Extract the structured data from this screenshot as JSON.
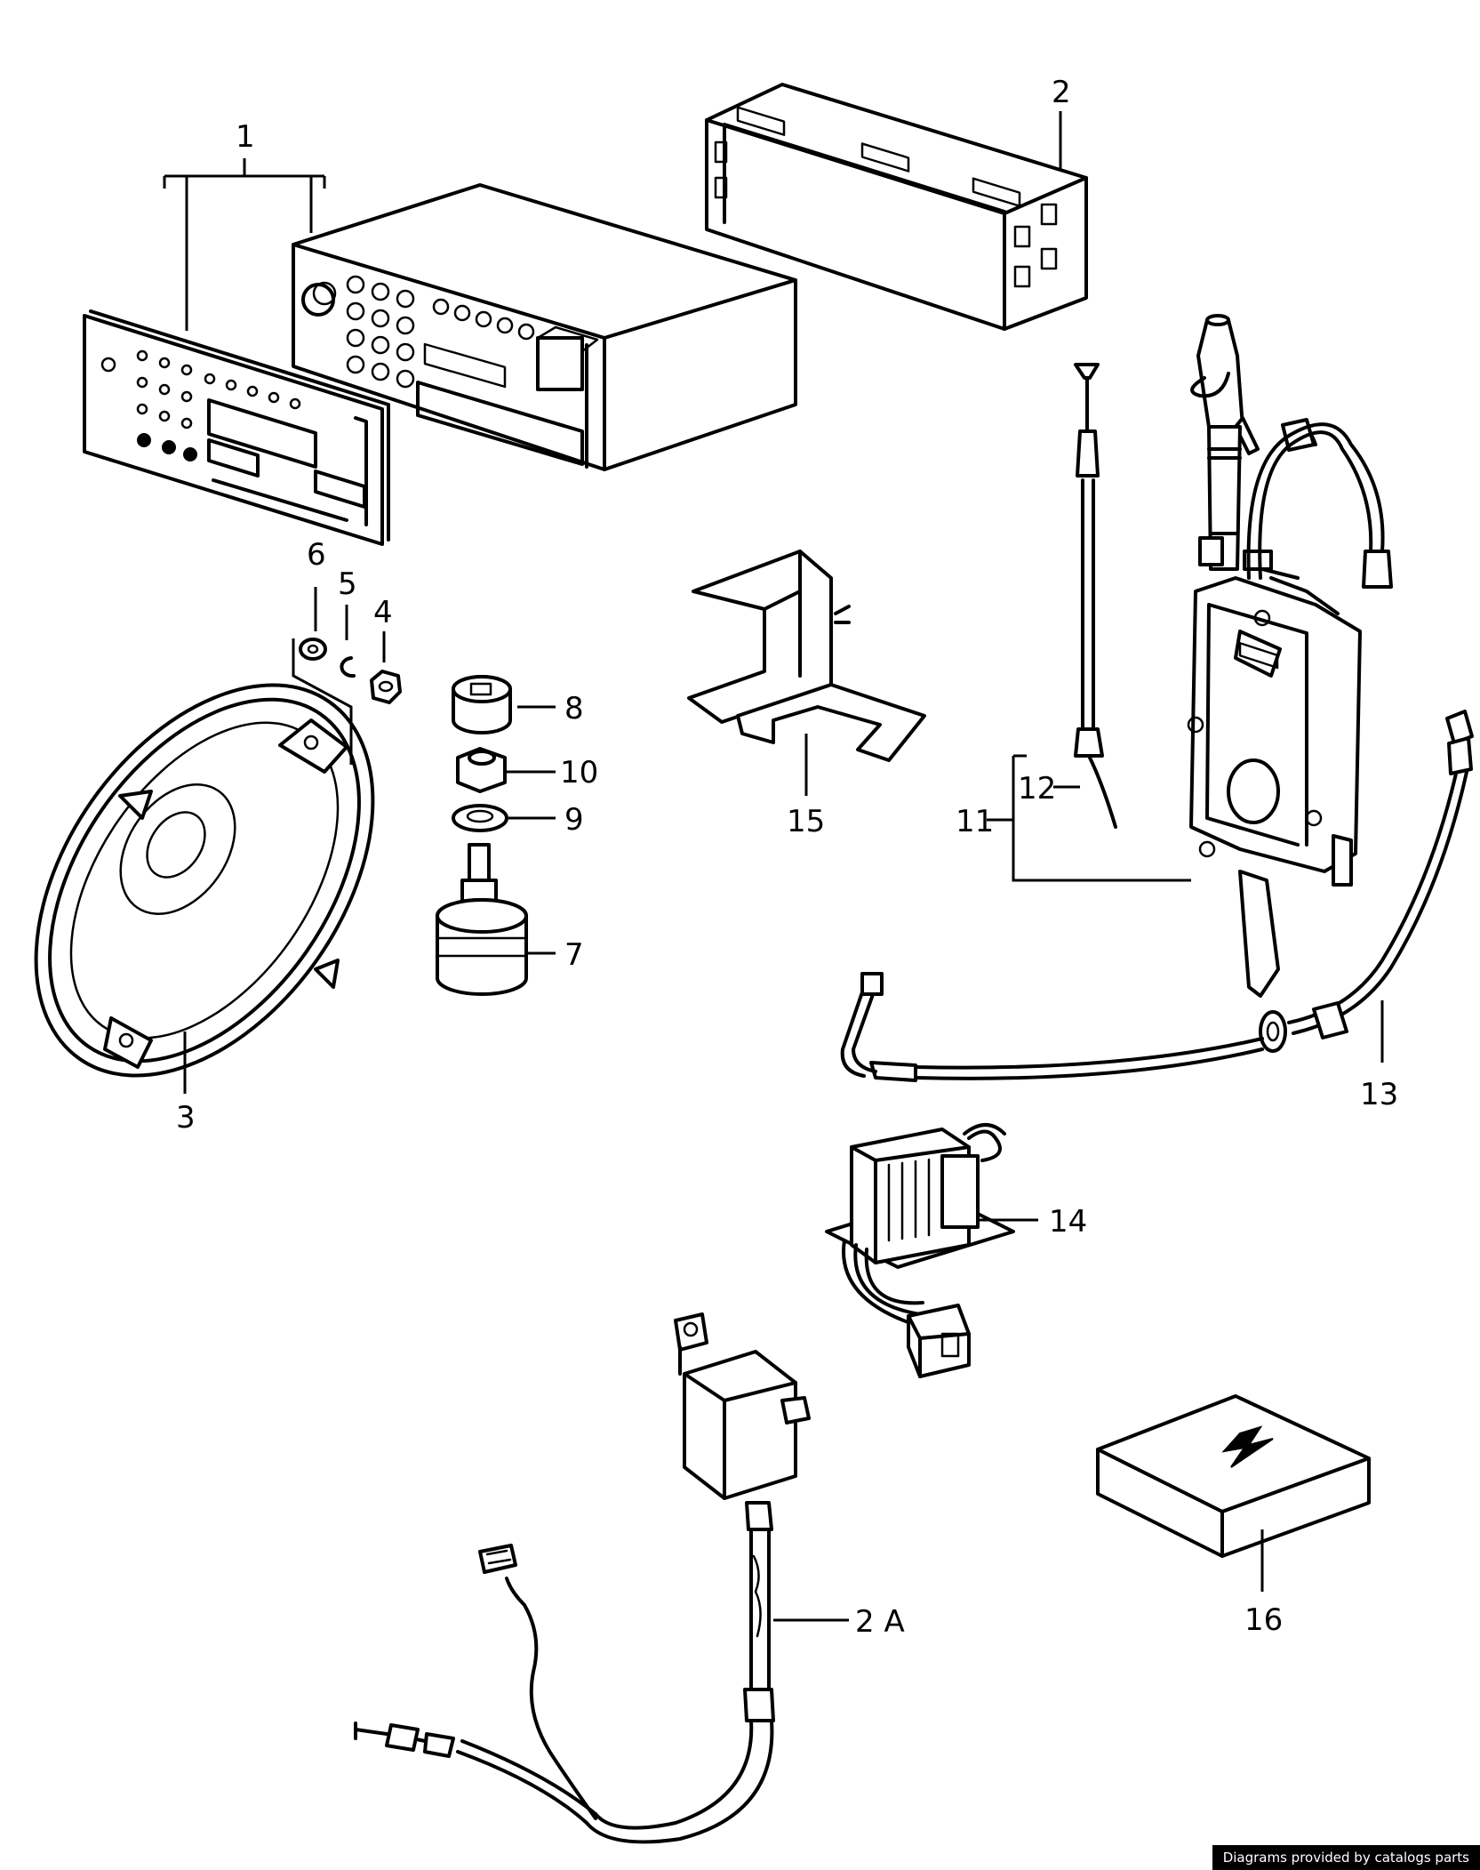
{
  "callouts": {
    "c1": "1",
    "c2": "2",
    "c3": "3",
    "c4": "4",
    "c5": "5",
    "c6": "6",
    "c7": "7",
    "c8": "8",
    "c9": "9",
    "c10": "10",
    "c11": "11",
    "c12": "12",
    "c13": "13",
    "c14": "14",
    "c15": "15",
    "c16": "16",
    "c2a": "2 A"
  },
  "footer": {
    "credit": "Diagrams provided by catalogs parts"
  }
}
